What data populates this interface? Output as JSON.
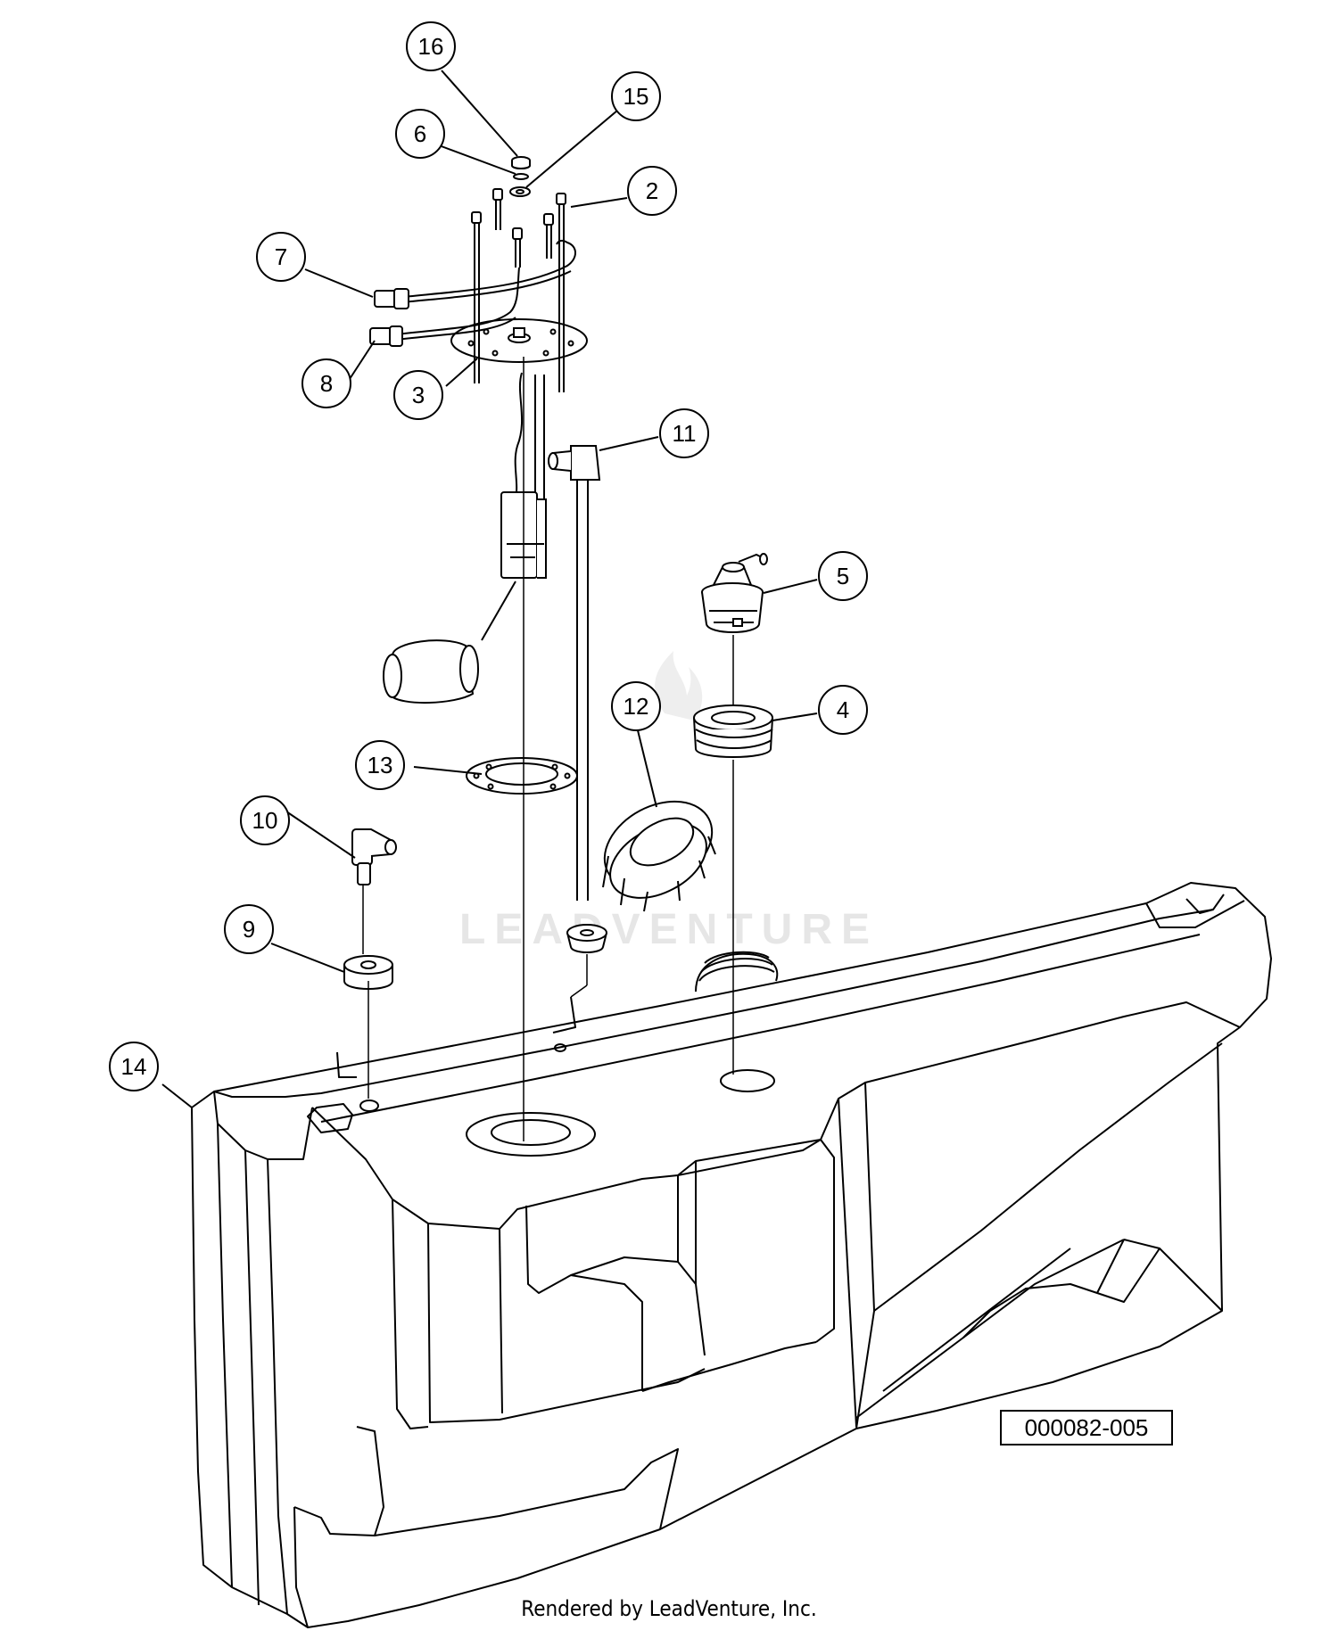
{
  "diagram": {
    "callouts": [
      {
        "id": "c16",
        "label": "16"
      },
      {
        "id": "c15",
        "label": "15"
      },
      {
        "id": "c6",
        "label": "6"
      },
      {
        "id": "c2",
        "label": "2"
      },
      {
        "id": "c7",
        "label": "7"
      },
      {
        "id": "c8",
        "label": "8"
      },
      {
        "id": "c3",
        "label": "3"
      },
      {
        "id": "c11",
        "label": "11"
      },
      {
        "id": "c5",
        "label": "5"
      },
      {
        "id": "c12",
        "label": "12"
      },
      {
        "id": "c4",
        "label": "4"
      },
      {
        "id": "c13",
        "label": "13"
      },
      {
        "id": "c10",
        "label": "10"
      },
      {
        "id": "c9",
        "label": "9"
      },
      {
        "id": "c14",
        "label": "14"
      }
    ],
    "drawing_number": "000082-005",
    "watermark": "LEADVENTURE",
    "footer": "Rendered by LeadVenture, Inc."
  }
}
